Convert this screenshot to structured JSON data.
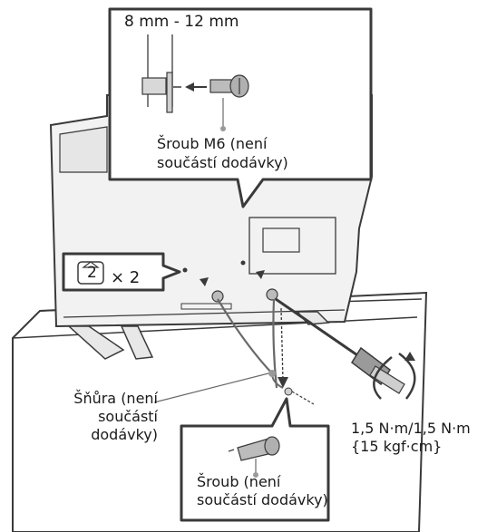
{
  "callout_top": {
    "dimension": "8 mm - 12 mm",
    "screw_line1": "Šroub M6 (není",
    "screw_line2": "součástí dodávky)"
  },
  "bracket_count": "× 2",
  "bracket_number": "2",
  "cord": {
    "line1": "Šňůra (není",
    "line2": "součástí",
    "line3": "dodávky)"
  },
  "torque": {
    "line1": "1,5 N·m/1,5 N·m",
    "line2": "{15 kgf·cm}"
  },
  "callout_bottom": {
    "line1": "Šroub (není",
    "line2": "součástí dodávky)"
  },
  "colors": {
    "line": "#3a3a3a",
    "screen": "#ededed",
    "accent_dot": "#9a9a9a",
    "cord": "#6a6a6a"
  }
}
